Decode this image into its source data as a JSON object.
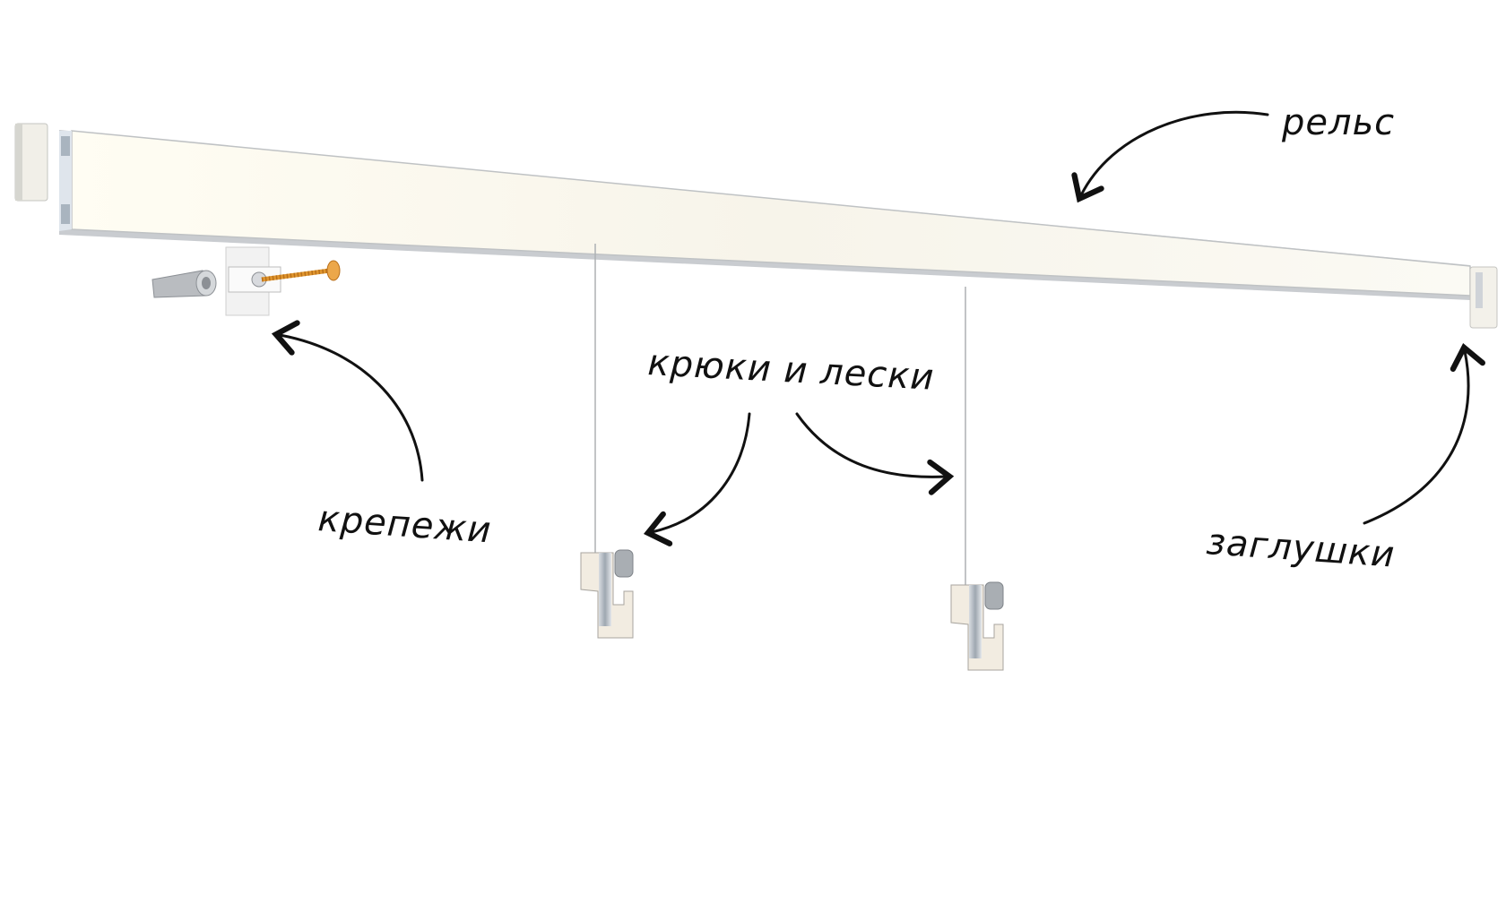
{
  "labels": {
    "rail": "рельс",
    "hooks_and_lines": "крюки и лески",
    "fasteners": "крепежи",
    "end_caps": "заглушки"
  },
  "colors": {
    "rail_face": "#fbf9f1",
    "rail_edge": "#b9bcbf",
    "screw": "#e0962e",
    "ink": "#111111"
  }
}
